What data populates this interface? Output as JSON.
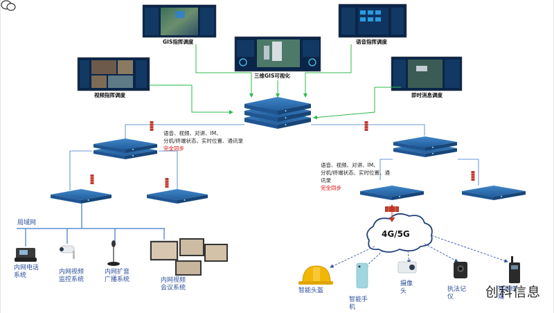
{
  "title_labels": {
    "gis_dispatch": "GIS指挥调度",
    "gis_3d": "三维GIS可视化",
    "voice_dispatch": "语音指挥调度",
    "video_dispatch": "视频指挥调度",
    "instant_msg": "即时消息调度"
  },
  "sync_left": {
    "line1": "语音、视频、对讲、IM、",
    "line2": "分机/终端状态、实时位置、通讯录",
    "line3": "完全同步"
  },
  "sync_right": {
    "line1": "语音、视频、对讲、IM、",
    "line2": "分机/终端状态、实时位置、通",
    "line3": "讯录",
    "line4": "完全同步"
  },
  "lan_label": "局域网",
  "net_label": "4G/5G",
  "left_devices": {
    "phone": "内网电话\n系统",
    "video_monitor": "内网视频\n监控系统",
    "broadcast": "内网扩音\n广播系统",
    "conference": "内网视频\n会议系统"
  },
  "right_devices": {
    "helmet": "智能头盔",
    "phone": "智能手\n机",
    "camera": "摄像\n头",
    "recorder": "执法记\n仪",
    "intercom": "智能终\n端"
  },
  "watermark": "创科信息",
  "colors": {
    "server_top": "#2f6fb0",
    "server_side": "#1c4f86",
    "green_line": "#2eb84a",
    "blue_line": "#3a78c8",
    "firewall": "#c0392b",
    "label_blue": "#2c4e9b"
  }
}
